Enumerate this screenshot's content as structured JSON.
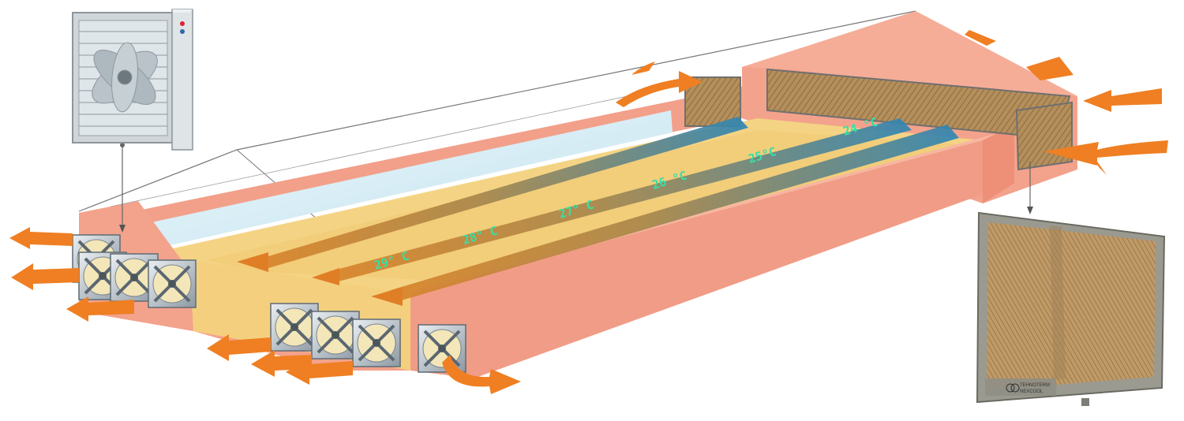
{
  "diagram": {
    "temperatures": [
      {
        "id": "t29",
        "label": "29° C"
      },
      {
        "id": "t28",
        "label": "28° C"
      },
      {
        "id": "t27",
        "label": "27° C"
      },
      {
        "id": "t26",
        "label": "26 °C"
      },
      {
        "id": "t25",
        "label": "25°C"
      },
      {
        "id": "t24",
        "label": "24 °C"
      }
    ],
    "pad_brand": {
      "line1": "TEHNOTERM",
      "line2": "NEXCOOL"
    },
    "colors": {
      "wall": "#f2a08a",
      "floor": "#f4d484",
      "arrow": "#ef7f22",
      "cool_air": "#2f7fa8",
      "warm_air": "#d9842a",
      "temp_text": "#35e0a8",
      "pad": "#b08c5a",
      "window": "#d7eef6"
    },
    "icons": {
      "exhaust_fan": "industrial-exhaust-fan-icon",
      "cooling_pad": "evaporative-cooling-pad-icon",
      "airflow": "airflow-arrow-icon"
    }
  }
}
